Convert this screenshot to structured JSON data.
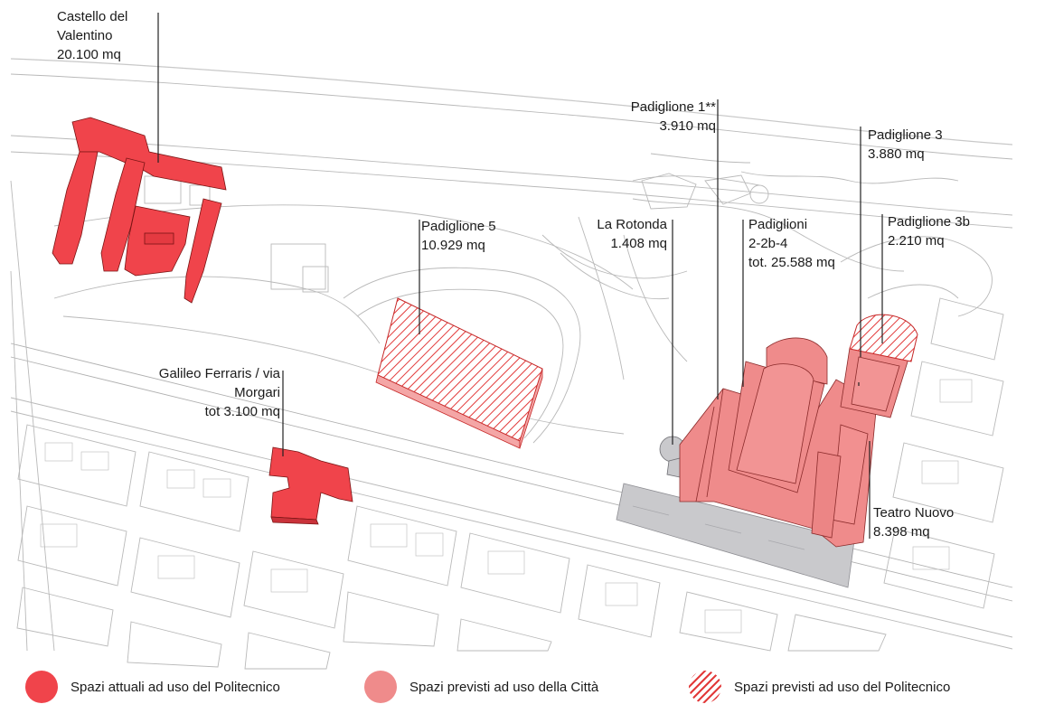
{
  "colors": {
    "current_use": "#f0444b",
    "city_use": "#ef8b8b",
    "planned_hatch": "#e23a3a",
    "grey_area": "#c9c9cc",
    "basemap_lines": "#b7b7b7"
  },
  "labels": {
    "castello": {
      "lines": [
        "Castello del",
        "Valentino",
        "20.100 mq"
      ]
    },
    "padiglione5": {
      "lines": [
        "Padiglione 5",
        "10.929 mq"
      ]
    },
    "galileo": {
      "lines": [
        "Galileo Ferraris / via",
        "Morgari",
        "tot 3.100 mq"
      ]
    },
    "padiglione1": {
      "lines": [
        "Padiglione 1**",
        "3.910 mq"
      ]
    },
    "rotonda": {
      "lines": [
        "La Rotonda",
        "1.408 mq"
      ]
    },
    "padiglioni": {
      "lines": [
        "Padiglioni",
        "2-2b-4",
        "tot. 25.588 mq"
      ]
    },
    "padiglione3": {
      "lines": [
        "Padiglione 3",
        "3.880 mq"
      ]
    },
    "padiglione3b": {
      "lines": [
        "Padiglione 3b",
        "2.210 mq"
      ]
    },
    "teatro": {
      "lines": [
        "Teatro Nuovo",
        "8.398 mq"
      ]
    }
  },
  "legend": [
    {
      "label": "Spazi attuali ad uso del Politecnico",
      "swatch": "current"
    },
    {
      "label": "Spazi previsti ad uso della Città",
      "swatch": "city"
    },
    {
      "label": "Spazi previsti ad uso del Politecnico",
      "swatch": "hatched"
    }
  ]
}
